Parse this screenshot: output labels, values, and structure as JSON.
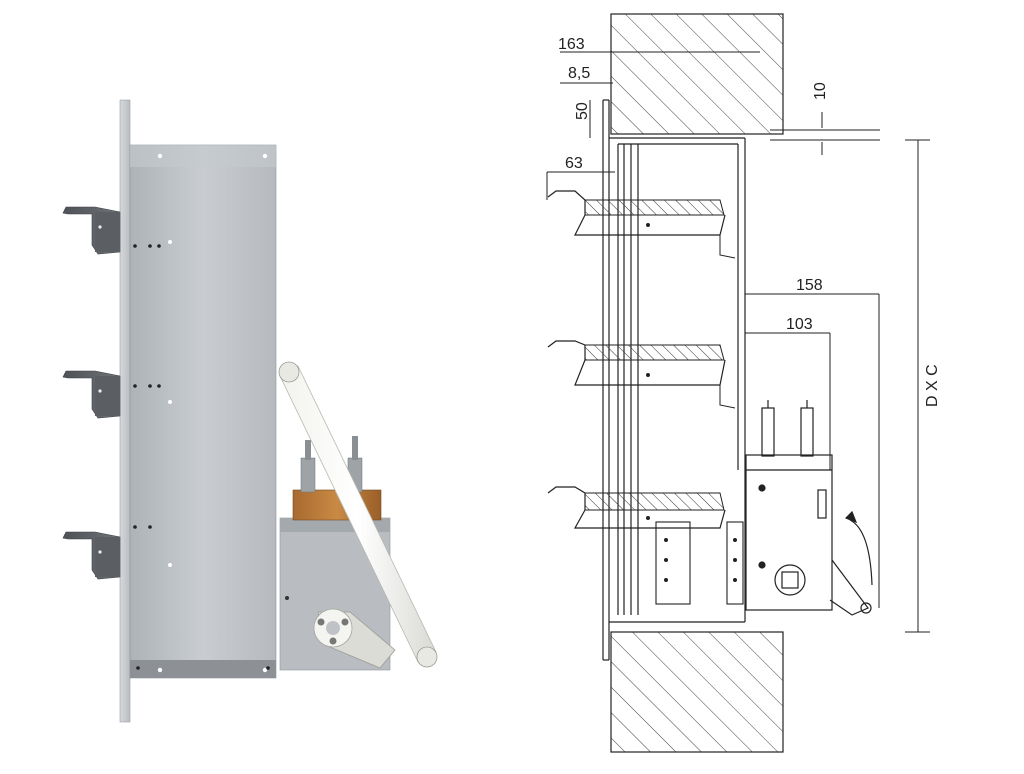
{
  "drawing": {
    "dimensions": {
      "d163": "163",
      "d8_5": "8,5",
      "d50": "50",
      "d63": "63",
      "d10": "10",
      "d158": "158",
      "d103": "103",
      "dxc": "D X C"
    }
  }
}
